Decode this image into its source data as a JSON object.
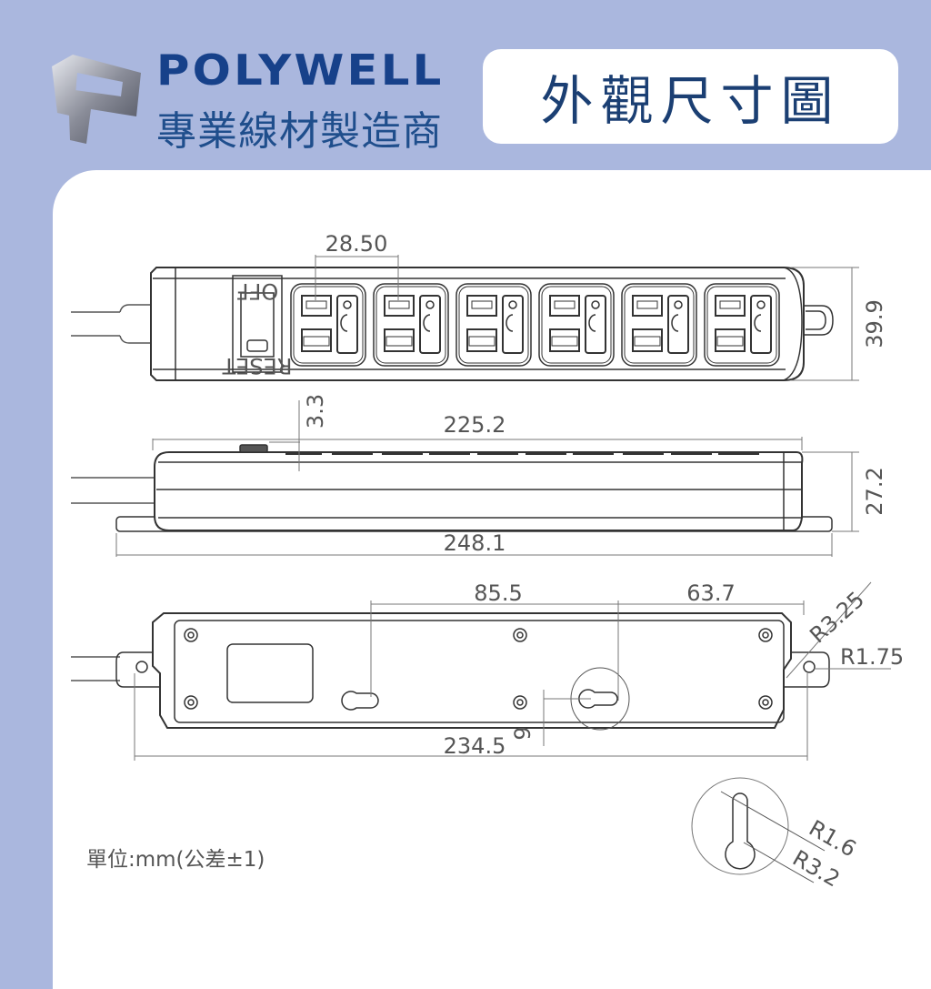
{
  "header": {
    "brand_name": "POLYWELL",
    "brand_tagline": "專業線材製造商",
    "page_title": "外觀尺寸圖"
  },
  "colors": {
    "background": "#aab7de",
    "brand_blue": "#17418a",
    "title_text": "#1b3f73",
    "line": "#333333",
    "dimension_text": "#555555"
  },
  "top_view": {
    "switch_top_label": "OFF",
    "switch_bottom_label": "RESET",
    "outlet_count": 6,
    "outlet_pitch": "28.50",
    "height": "39.9"
  },
  "side_view": {
    "switch_protrusion": "3.3",
    "body_length": "225.2",
    "overall_length": "248.1",
    "height": "27.2"
  },
  "bottom_view": {
    "hole_spacing_left": "85.5",
    "hole_spacing_right": "63.7",
    "corner_radius": "R3.25",
    "mount_radius": "R1.75",
    "overall_length": "234.5",
    "hole_offset": "9"
  },
  "keyhole_detail": {
    "slot_radius": "R1.6",
    "head_radius": "R3.2"
  },
  "footer": {
    "unit_note": "單位:mm(公差±1)"
  }
}
